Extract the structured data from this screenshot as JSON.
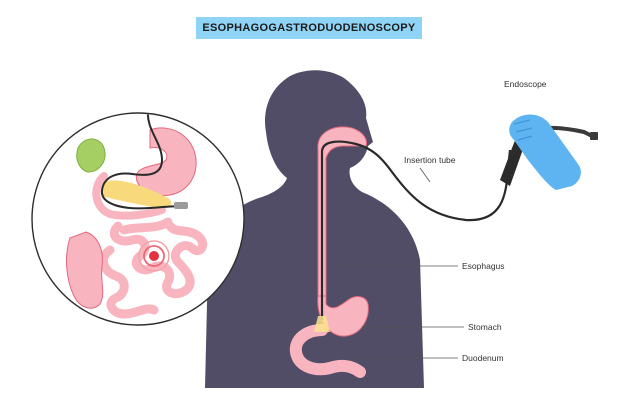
{
  "title": "ESOPHAGOGASTRODUODENOSCOPY",
  "labels": {
    "endoscope": "Endoscope",
    "insertion_tube": "Insertion tube",
    "esophagus": "Esophagus",
    "stomach": "Stomach",
    "duodenum": "Duodenum"
  },
  "colors": {
    "banner": "#8fd3f5",
    "silhouette": "#524d67",
    "organ_pink": "#f9b5bf",
    "organ_outline": "#e2677d",
    "gallbladder": "#a5cf63",
    "pancreas": "#f8da7c",
    "glove": "#5db4f1",
    "tube": "#2a2a2a",
    "target": "#e3323f"
  },
  "icons": [
    "magnifier-circle",
    "target-marker",
    "gloved-hand",
    "endoscope-device"
  ]
}
